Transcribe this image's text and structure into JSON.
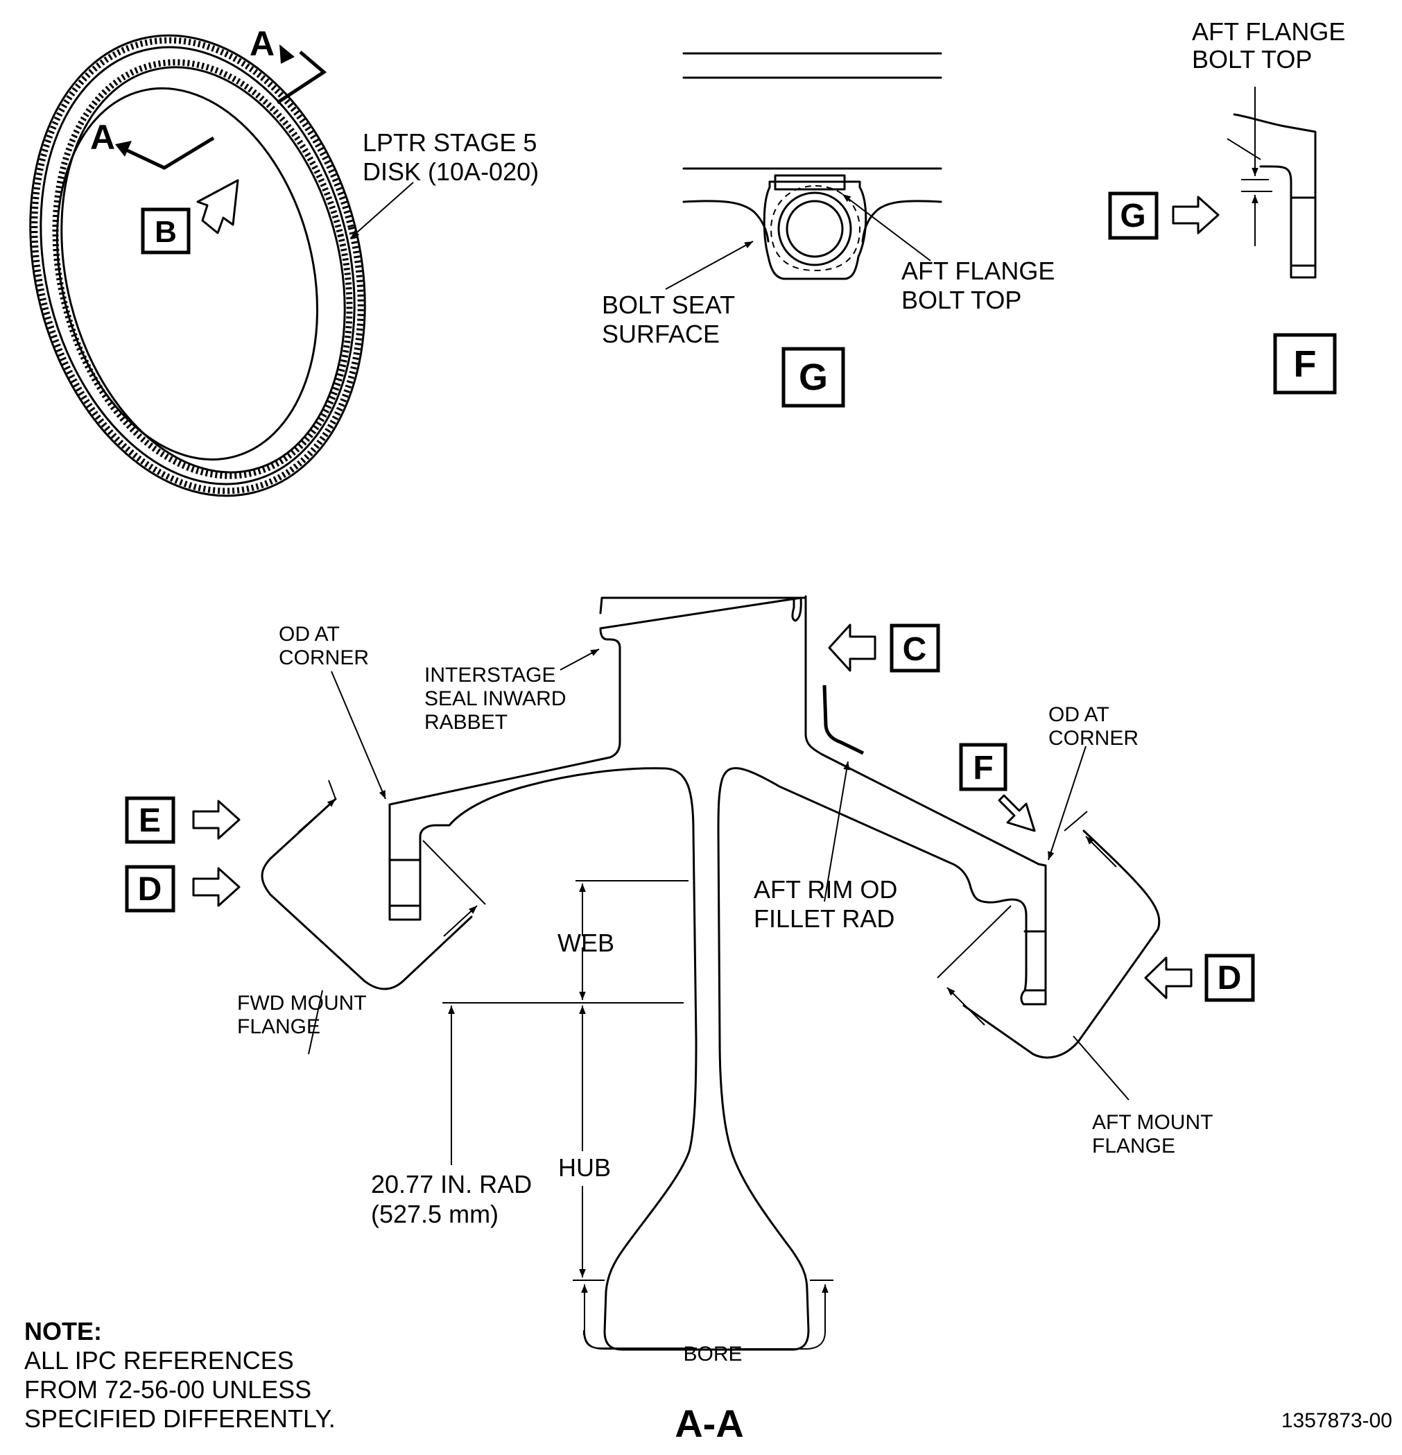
{
  "view_markers": {
    "section_a_upper": "A",
    "section_a_lower": "A",
    "view_b": "B",
    "view_c": "C",
    "view_d_left": "D",
    "view_d_right": "D",
    "view_e": "E",
    "view_f_section": "F",
    "view_f_detail": "F",
    "view_g_title": "G",
    "view_g_in_f": "G"
  },
  "disk": {
    "name_line1": "LPTR STAGE 5",
    "name_line2": "DISK (10A-020)"
  },
  "view_g": {
    "bolt_seat_line1": "BOLT SEAT",
    "bolt_seat_line2": "SURFACE",
    "bolt_top_line1": "AFT FLANGE",
    "bolt_top_line2": "BOLT TOP"
  },
  "view_f": {
    "bolt_top_line1": "AFT FLANGE",
    "bolt_top_line2": "BOLT TOP"
  },
  "section_aa": {
    "fwd_od_line1": "OD AT",
    "fwd_od_line2": "CORNER",
    "seal_line1": "INTERSTAGE",
    "seal_line2": "SEAL INWARD",
    "seal_line3": "RABBET",
    "fwd_flange_line1": "FWD MOUNT",
    "fwd_flange_line2": "FLANGE",
    "web": "WEB",
    "hub": "HUB",
    "bore": "BORE",
    "radius_line1": "20.77 IN. RAD",
    "radius_line2": "(527.5 mm)",
    "fillet_line1": "AFT RIM OD",
    "fillet_line2": "FILLET RAD",
    "aft_od_line1": "OD AT",
    "aft_od_line2": "CORNER",
    "aft_flange_line1": "AFT MOUNT",
    "aft_flange_line2": "FLANGE",
    "title": "A-A"
  },
  "note": {
    "heading": "NOTE:",
    "line1": "ALL IPC REFERENCES",
    "line2": "FROM 72-56-00 UNLESS",
    "line3": "SPECIFIED DIFFERENTLY."
  },
  "figure_number": "1357873-00"
}
